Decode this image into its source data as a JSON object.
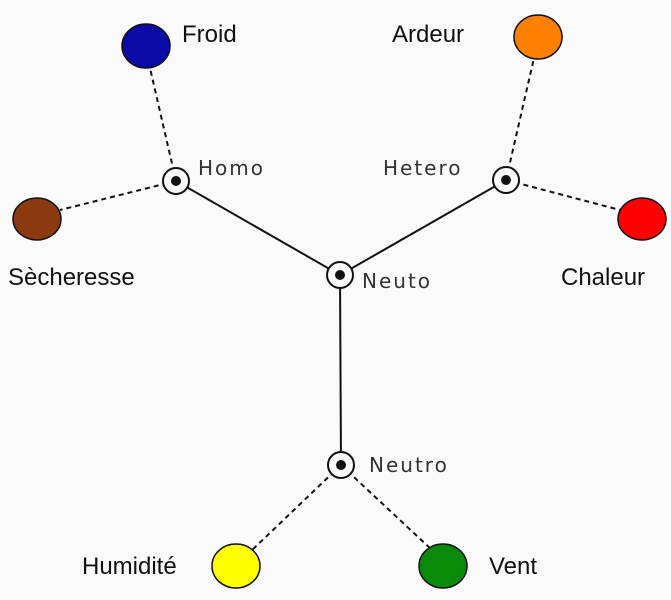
{
  "nodes": [
    {
      "id": "homo",
      "label": "Homo"
    },
    {
      "id": "hetero",
      "label": "Hetero"
    },
    {
      "id": "neuto",
      "label": "Neuto"
    },
    {
      "id": "neutro",
      "label": "Neutro"
    }
  ],
  "qualities": [
    {
      "id": "froid",
      "label": "Froid",
      "color": "#0a0aa8"
    },
    {
      "id": "ardeur",
      "label": "Ardeur",
      "color": "#ff7f00"
    },
    {
      "id": "secheresse",
      "label": "Sècheresse",
      "color": "#8b3a0f"
    },
    {
      "id": "chaleur",
      "label": "Chaleur",
      "color": "#ff0000"
    },
    {
      "id": "humidite",
      "label": "Humidité",
      "color": "#ffff00"
    },
    {
      "id": "vent",
      "label": "Vent",
      "color": "#0a8a0a"
    }
  ],
  "edges": {
    "solid": [
      [
        "neuto",
        "homo"
      ],
      [
        "neuto",
        "hetero"
      ],
      [
        "neuto",
        "neutro"
      ]
    ],
    "dashed": [
      [
        "homo",
        "froid"
      ],
      [
        "homo",
        "secheresse"
      ],
      [
        "hetero",
        "ardeur"
      ],
      [
        "hetero",
        "chaleur"
      ],
      [
        "neutro",
        "humidite"
      ],
      [
        "neutro",
        "vent"
      ]
    ]
  }
}
